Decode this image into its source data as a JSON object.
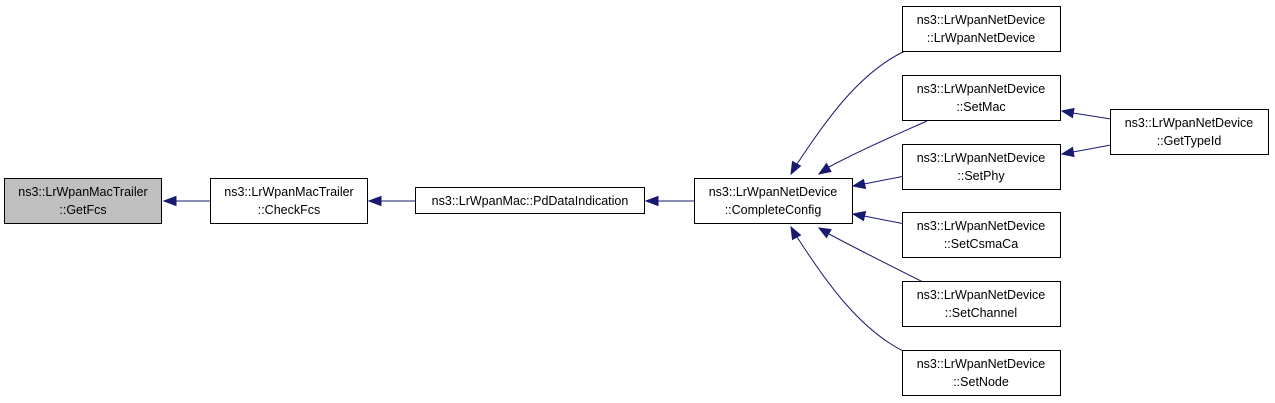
{
  "graph": {
    "nodes": {
      "getfcs": {
        "line1": "ns3::LrWpanMacTrailer",
        "line2": "::GetFcs",
        "highlighted": true
      },
      "checkfcs": {
        "line1": "ns3::LrWpanMacTrailer",
        "line2": "::CheckFcs",
        "highlighted": false
      },
      "pddataindication": {
        "line1": "ns3::LrWpanMac::PdDataIndication",
        "highlighted": false
      },
      "completeconfig": {
        "line1": "ns3::LrWpanNetDevice",
        "line2": "::CompleteConfig",
        "highlighted": false
      },
      "ctor": {
        "line1": "ns3::LrWpanNetDevice",
        "line2": "::LrWpanNetDevice",
        "highlighted": false
      },
      "setmac": {
        "line1": "ns3::LrWpanNetDevice",
        "line2": "::SetMac",
        "highlighted": false
      },
      "setphy": {
        "line1": "ns3::LrWpanNetDevice",
        "line2": "::SetPhy",
        "highlighted": false
      },
      "setcsmaca": {
        "line1": "ns3::LrWpanNetDevice",
        "line2": "::SetCsmaCa",
        "highlighted": false
      },
      "setchannel": {
        "line1": "ns3::LrWpanNetDevice",
        "line2": "::SetChannel",
        "highlighted": false
      },
      "setnode": {
        "line1": "ns3::LrWpanNetDevice",
        "line2": "::SetNode",
        "highlighted": false
      },
      "gettypeid": {
        "line1": "ns3::LrWpanNetDevice",
        "line2": "::GetTypeId",
        "highlighted": false
      }
    },
    "edges": [
      {
        "from": "checkfcs",
        "to": "getfcs"
      },
      {
        "from": "pddataindication",
        "to": "checkfcs"
      },
      {
        "from": "completeconfig",
        "to": "pddataindication"
      },
      {
        "from": "ctor",
        "to": "completeconfig"
      },
      {
        "from": "setmac",
        "to": "completeconfig"
      },
      {
        "from": "setphy",
        "to": "completeconfig"
      },
      {
        "from": "setcsmaca",
        "to": "completeconfig"
      },
      {
        "from": "setchannel",
        "to": "completeconfig"
      },
      {
        "from": "setnode",
        "to": "completeconfig"
      },
      {
        "from": "gettypeid",
        "to": "setmac"
      },
      {
        "from": "gettypeid",
        "to": "setphy"
      }
    ],
    "colors": {
      "edge": "#191970",
      "node_fill": "#ffffff",
      "node_highlight_fill": "#bfbfbf",
      "node_border": "#000000"
    }
  }
}
